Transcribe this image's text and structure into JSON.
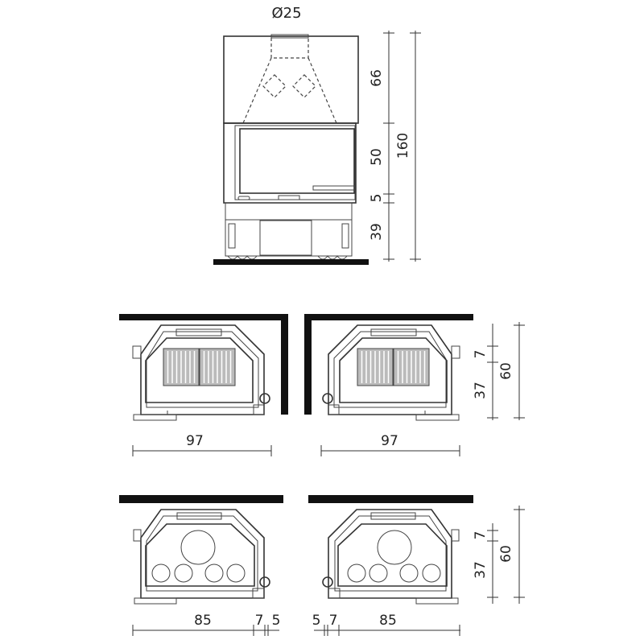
{
  "front_view": {
    "flue_diameter_label": "Ø25",
    "dims": {
      "hood": "66",
      "opening": "50",
      "sill": "5",
      "base": "39",
      "total_height": "160"
    }
  },
  "corner_views": {
    "left": {
      "width": "97"
    },
    "right": {
      "width": "97",
      "depth_front": "7",
      "depth_body": "37",
      "depth_total": "60"
    }
  },
  "flat_views": {
    "left": {
      "width": "85",
      "side_a": "7",
      "side_b": "5"
    },
    "right": {
      "width": "85",
      "side_a": "7",
      "side_b": "5",
      "depth_front": "7",
      "depth_body": "37",
      "depth_total": "60"
    }
  }
}
